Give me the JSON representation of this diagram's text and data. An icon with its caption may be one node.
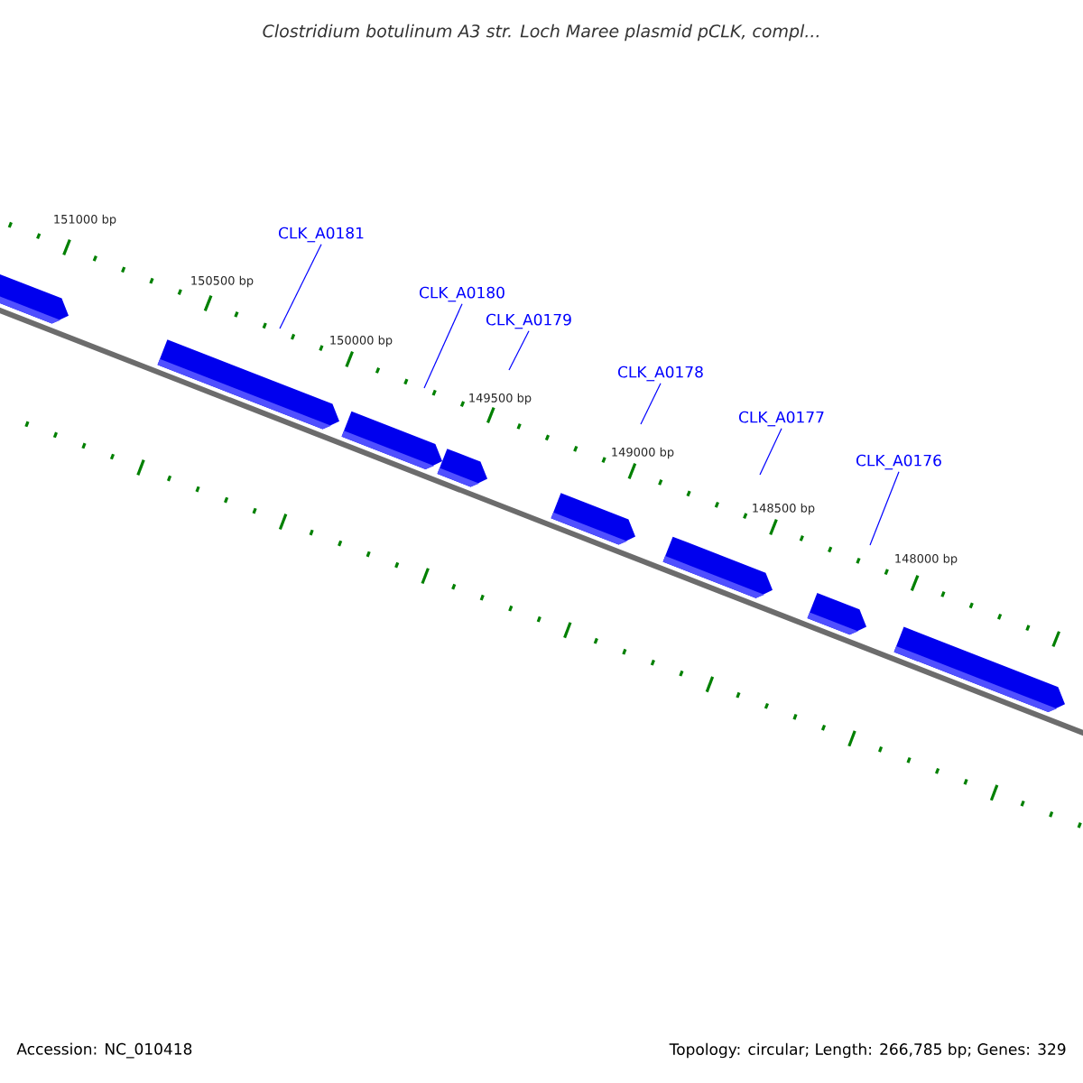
{
  "diagram": {
    "title": "Clostridium botulinum A3 str. Loch Maree plasmid pCLK, compl...",
    "nodes": [
      {
        "text": [
          "CLK_A0181"
        ]
      },
      {
        "text": [
          "CLK_A0180"
        ]
      },
      {
        "text": [
          "CLK_A0179"
        ]
      },
      {
        "text": [
          "CLK_A0178"
        ]
      },
      {
        "text": [
          "CLK_A0177"
        ]
      },
      {
        "text": [
          "CLK_A0176"
        ]
      }
    ],
    "edges": [
      {
        "from": 0,
        "to": null,
        "arrow": "none"
      },
      {
        "from": 1,
        "to": null,
        "arrow": "none"
      },
      {
        "from": 2,
        "to": null,
        "arrow": "none"
      },
      {
        "from": 3,
        "to": null,
        "arrow": "none"
      },
      {
        "from": 4,
        "to": null,
        "arrow": "none"
      },
      {
        "from": 5,
        "to": null,
        "arrow": "none"
      }
    ],
    "labels": [
      "151000 bp",
      "150500 bp",
      "150000 bp",
      "149500 bp",
      "149000 bp",
      "148500 bp",
      "148000 bp",
      "Accession: NC_010418",
      "Topology: circular; Length: 266,785 bp; Genes: 329"
    ]
  }
}
